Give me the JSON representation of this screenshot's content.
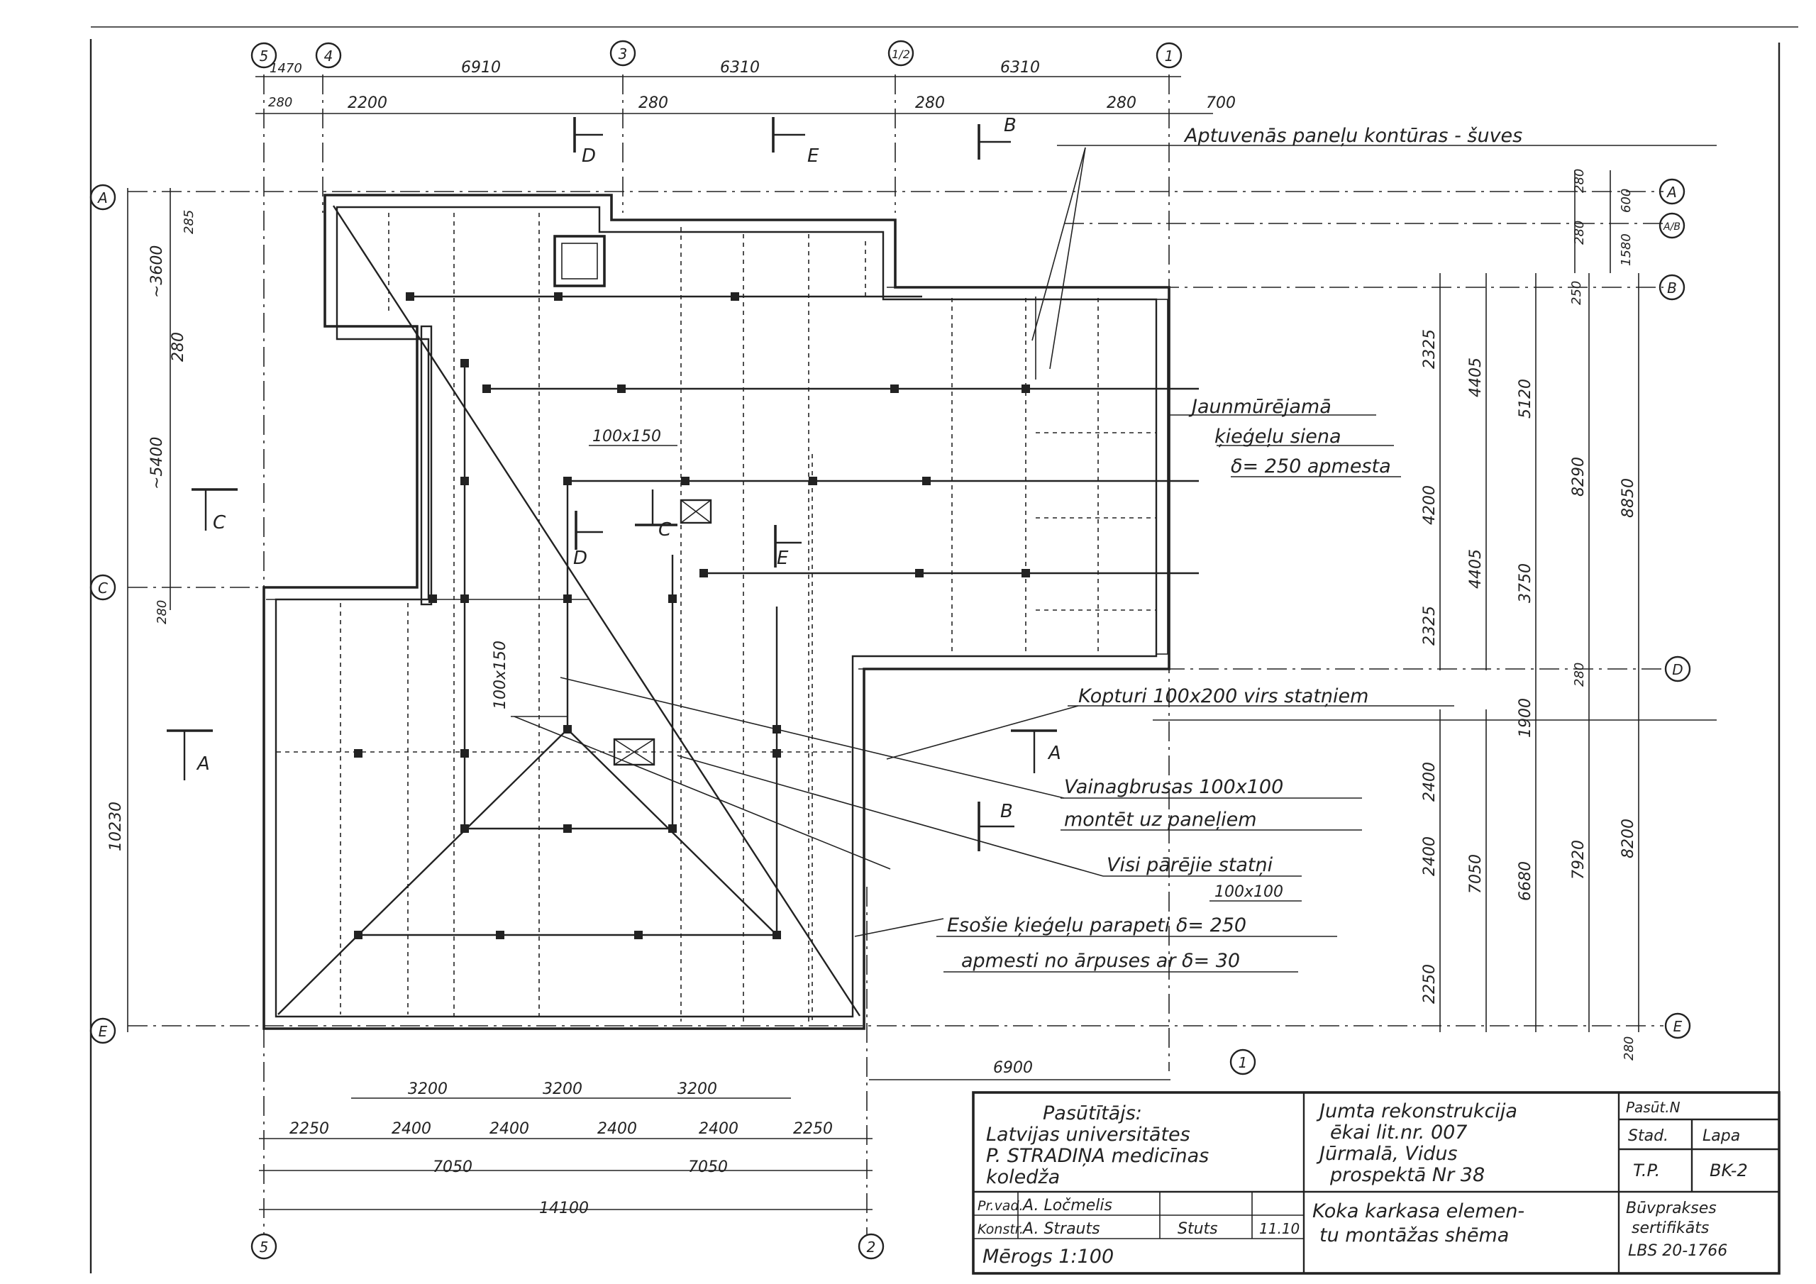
{
  "grid_axes": {
    "vertical": [
      "5",
      "4",
      "3",
      "1/2",
      "1",
      "2",
      "1"
    ],
    "horizontal": [
      "A",
      "A/B",
      "B",
      "C",
      "D",
      "E"
    ]
  },
  "dimensions_top": [
    "1470",
    "6910",
    "6310",
    "6310",
    "280",
    "2200",
    "280",
    "280",
    "280",
    "700"
  ],
  "dimensions_left": [
    "~3600",
    "285",
    "280",
    "~5400",
    "280",
    "10230"
  ],
  "dimensions_right": [
    "280",
    "600",
    "280",
    "1580",
    "250",
    "2325",
    "4405",
    "5120",
    "8290",
    "8850",
    "4200",
    "4405",
    "3750",
    "2325",
    "280",
    "1900",
    "2400",
    "2400",
    "7050",
    "6680",
    "7920",
    "8200",
    "2250",
    "280"
  ],
  "dimensions_bottom": [
    "3200",
    "3200",
    "3200",
    "2250",
    "2400",
    "2400",
    "2400",
    "2400",
    "2250",
    "7050",
    "7050",
    "14100",
    "6900"
  ],
  "section_marks": [
    "D",
    "E",
    "B",
    "C",
    "C",
    "D",
    "E",
    "A",
    "A",
    "B"
  ],
  "member_labels": [
    "100x150",
    "100x150"
  ],
  "notes": {
    "panel_seams": "Aptuvenās paneļu kontūras - šuves",
    "new_wall_1": "Jaunmūrējamā",
    "new_wall_2": "ķieģeļu siena",
    "new_wall_3": "δ= 250 apmesta",
    "ridge_beams": "Kopturi 100x200 virs statņiem",
    "wall_plates_1": "Vainagbrusas 100x100",
    "wall_plates_2": "montēt uz paneļiem",
    "posts_1": "Visi pārējie statņi",
    "posts_2": "100x100",
    "parapet_1": "Esošie ķieģeļu parapeti δ= 250",
    "parapet_2": "apmesti no ārpuses ar δ= 30"
  },
  "title_block": {
    "client_label": "Pasūtītājs:",
    "client_1": "Latvijas universitātes",
    "client_2": "P. STRADIŅA medicīnas",
    "client_3": "koledža",
    "project_1": "Jumta rekonstrukcija",
    "project_2": "ēkai lit.nr. 007",
    "project_3": "Jūrmalā, Vidus",
    "project_4": "prospektā Nr 38",
    "order_label": "Pasūt.N",
    "stage_label": "Stad.",
    "sheet_label": "Lapa",
    "stage_value": "T.P.",
    "sheet_value": "BK-2",
    "row1_role": "Pr.vad.",
    "row1_name": "A. Ločmelis",
    "row2_role": "Konstr.",
    "row2_name": "A. Strauts",
    "signature": "Stuts",
    "date": "11.10",
    "scale": "Mērogs 1:100",
    "drawing_1": "Koka karkasa elemen-",
    "drawing_2": "tu montāžas shēma",
    "designer_1": "Būvprakses",
    "designer_2": "sertifikāts",
    "designer_3": "LBS 20-1766"
  }
}
